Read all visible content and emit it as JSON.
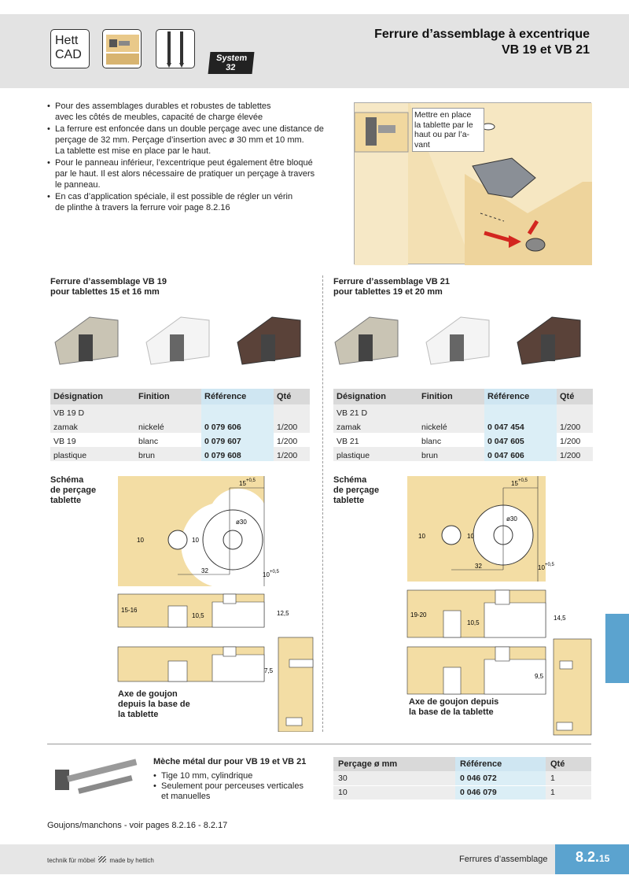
{
  "header": {
    "logo_line1": "Hett",
    "logo_line2": "CAD",
    "system_badge": "System\n32",
    "title_line1": "Ferrure d’assemblage à excentrique",
    "title_line2": "VB 19 et VB 21"
  },
  "bullets": [
    "Pour des assemblages durables et robustes de tablettes\navec les côtés de meubles, capacité de charge élevée",
    "La ferrure est enfoncée dans un double perçage avec une distance de\nperçage de 32 mm. Perçage d’insertion avec ø 30 mm et 10 mm.\nLa tablette est mise en place par le haut.",
    "Pour le panneau inférieur, l’excentrique peut également être bloqué\npar le haut. Il est alors nécessaire de pratiquer un perçage à travers\nle panneau.",
    "En cas d’application spéciale, il est possible de régler un vérin\nde plinthe à travers la ferrure voir page 8.2.16"
  ],
  "illustration_caption": "Mettre en place\nla tablette par le\nhaut ou par l’a-\nvant",
  "vb19": {
    "title": "Ferrure d’assemblage VB 19\npour tablettes 15 et 16 mm",
    "headers": [
      "Désignation",
      "Finition",
      "Référence",
      "Qté"
    ],
    "rows": [
      [
        "VB 19 D",
        "",
        "",
        ""
      ],
      [
        "zamak",
        "nickelé",
        "0 079 606",
        "1/200"
      ],
      [
        "VB 19",
        "blanc",
        "0 079 607",
        "1/200"
      ],
      [
        "plastique",
        "brun",
        "0 079 608",
        "1/200"
      ]
    ]
  },
  "vb21": {
    "title": "Ferrure d’assemblage VB 21\npour tablettes 19 et 20 mm",
    "headers": [
      "Désignation",
      "Finition",
      "Référence",
      "Qté"
    ],
    "rows": [
      [
        "VB 21 D",
        "",
        "",
        ""
      ],
      [
        "zamak",
        "nickelé",
        "0 047 454",
        "1/200"
      ],
      [
        "VB 21",
        "blanc",
        "0 047 605",
        "1/200"
      ],
      [
        "plastique",
        "brun",
        "0 047 606",
        "1/200"
      ]
    ]
  },
  "schema_label": "Schéma\nde perçage\ntablette",
  "left_dims": {
    "top": "15",
    "top_sup": "+0,5",
    "d": "ø30",
    "h1": "10",
    "h2": "10",
    "w": "32",
    "r": "10",
    "r_sup": "+0,5",
    "t1": "15-16",
    "t2": "10,5",
    "t3": "12,5",
    "t4": "7,5"
  },
  "right_dims": {
    "top": "15",
    "top_sup": "+0,5",
    "d": "ø30",
    "h1": "10",
    "h2": "10",
    "w": "32",
    "r": "10",
    "r_sup": "+0,5",
    "t1": "19-20",
    "t2": "10,5",
    "t3": "14,5",
    "t4": "9,5"
  },
  "axe_left": "Axe de goujon\ndepuis la base de\nla tablette",
  "axe_right": "Axe de goujon depuis\nla base de la tablette",
  "bit": {
    "title": "Mèche métal dur pour VB 19 et VB 21",
    "b1": "Tige 10 mm, cylindrique",
    "b2": "Seulement pour perceuses verticales\net manuelles"
  },
  "bit_table": {
    "headers": [
      "Perçage ø mm",
      "Référence",
      "Qté"
    ],
    "rows": [
      [
        "30",
        "0 046 072",
        "1"
      ],
      [
        "10",
        "0 046 079",
        "1"
      ]
    ]
  },
  "goujons": "Goujons/manchons - voir pages 8.2.16 - 8.2.17",
  "footer": {
    "left1": "technik für möbel",
    "left2": "made by hettich",
    "mid": "Ferrures d’assemblage",
    "page_main": "8.2.",
    "page_sub": "15"
  },
  "colors": {
    "wood": "#f3dda4",
    "accent": "#5ba3cf"
  }
}
